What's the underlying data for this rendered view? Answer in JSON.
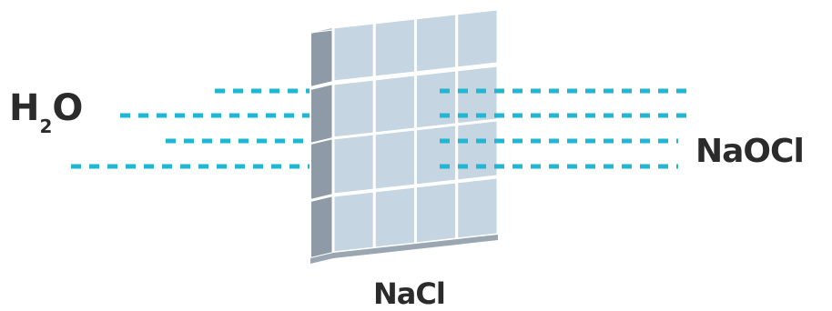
{
  "labels": {
    "input_main": "H",
    "input_sub": "2",
    "input_tail": "O",
    "output": "NaOCl",
    "filter": "NaCl"
  },
  "colors": {
    "flow_line": "#1fb7d4",
    "block_face": "#c6d5e2",
    "block_side": "#8e9aa6",
    "block_top": "#b7c4d0",
    "block_bottom": "#9aa6b2",
    "text": "#2b2b2b"
  },
  "grid": {
    "rows": 4,
    "cols": 4
  }
}
